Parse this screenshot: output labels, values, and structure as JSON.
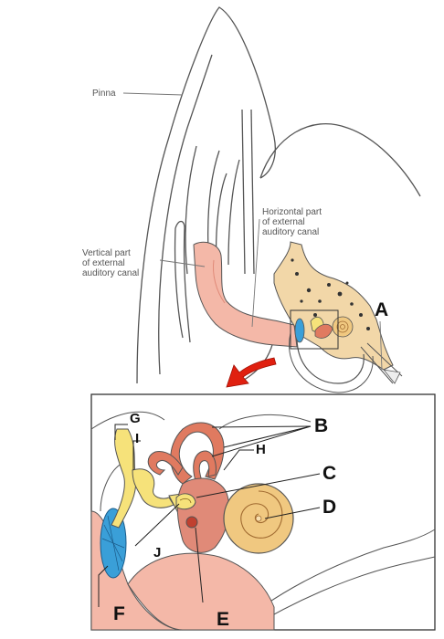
{
  "annotations": {
    "pinna": "Pinna",
    "horizontal_canal": "Horizontal part\nof external\nauditory canal",
    "vertical_canal": "Vertical part\nof external\nauditory canal"
  },
  "letters": {
    "A": "A",
    "B": "B",
    "C": "C",
    "D": "D",
    "E": "E",
    "F": "F",
    "G": "G",
    "H": "H",
    "I": "I",
    "J": "J"
  },
  "colors": {
    "canal": "#f4b8a8",
    "canal_dark": "#e08a78",
    "bone": "#f2d7a8",
    "cochlea": "#f0c880",
    "canals_semicircular": "#e07a60",
    "eardrum": "#3a9fd8",
    "ossicles": "#f6e27a",
    "arrow": "#e02010"
  }
}
